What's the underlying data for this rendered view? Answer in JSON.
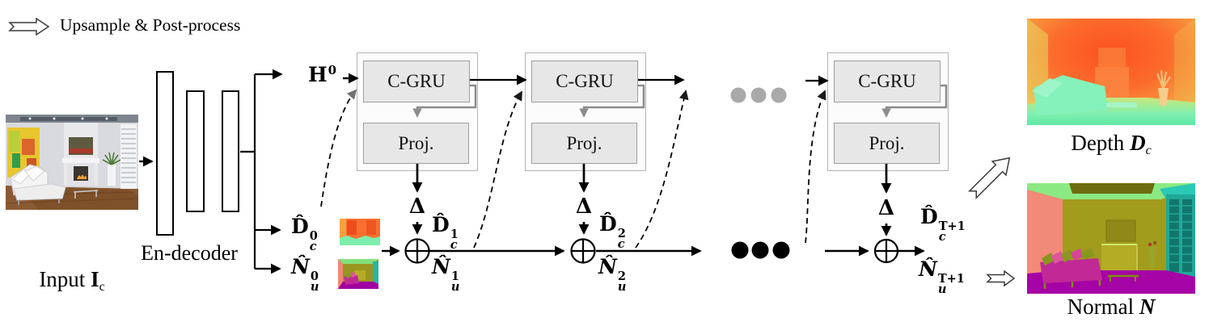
{
  "legend": {
    "arrow_icon": "hollow-notched-arrow",
    "label": "Upsample & Post-process"
  },
  "input": {
    "caption_prefix": "Input ",
    "symbol": "I",
    "symbol_sub": "c"
  },
  "encoder": {
    "label": "En-decoder"
  },
  "hidden": {
    "base": "H",
    "sup": "0"
  },
  "delta_symbol": "Δ",
  "blocks": [
    {
      "gru": "C-GRU",
      "proj": "Proj."
    },
    {
      "gru": "C-GRU",
      "proj": "Proj."
    },
    {
      "gru": "C-GRU",
      "proj": "Proj."
    }
  ],
  "predictions": [
    {
      "depth_base": "D̂",
      "depth_sub": "c",
      "depth_sup": "0",
      "normal_base": "N̂",
      "normal_sub": "u",
      "normal_sup": "0"
    },
    {
      "depth_base": "D̂",
      "depth_sub": "c",
      "depth_sup": "1",
      "normal_base": "N̂",
      "normal_sub": "u",
      "normal_sup": "1"
    },
    {
      "depth_base": "D̂",
      "depth_sub": "c",
      "depth_sup": "2",
      "normal_base": "N̂",
      "normal_sub": "u",
      "normal_sup": "2"
    },
    {
      "depth_base": "D̂",
      "depth_sub": "c",
      "depth_sup": "T+1",
      "normal_base": "N̂",
      "normal_sub": "u",
      "normal_sup": "T+1"
    }
  ],
  "outputs": {
    "depth_caption_prefix": "Depth ",
    "depth_symbol": "D",
    "depth_symbol_sub": "c",
    "normal_caption_prefix": "Normal ",
    "normal_symbol": "N"
  },
  "colors": {
    "inner_box_fill": "#e7e7e7",
    "inner_box_border": "#9e9e9e",
    "outer_box_border": "#b5b5b5",
    "recurrent_gray": "#8c8c8c",
    "ellipsis_top_gray": "#a9a9a9",
    "ellipsis_bottom_black": "#000000"
  }
}
